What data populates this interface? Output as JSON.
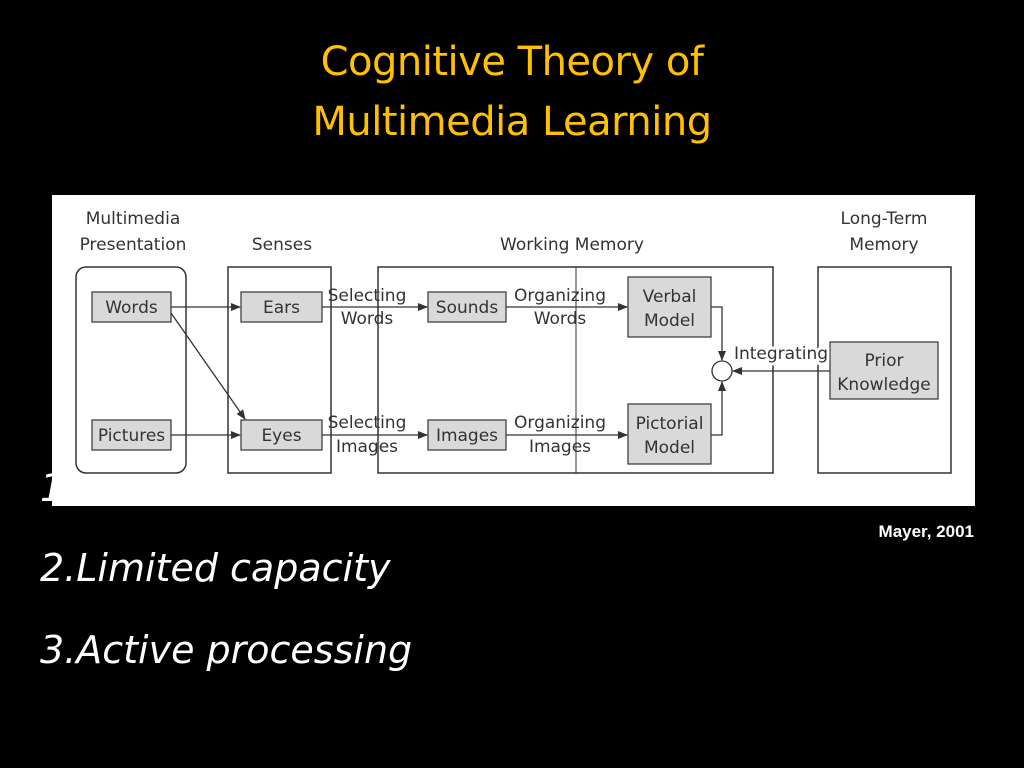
{
  "slide": {
    "title_line1": "Cognitive Theory of",
    "title_line2": "Multimedia Learning",
    "bullets": [
      "",
      "1",
      "2.Limited capacity",
      "3.Active processing"
    ],
    "credit": "Mayer, 2001"
  },
  "diagram": {
    "headers": {
      "presentation_line1": "Multimedia",
      "presentation_line2": "Presentation",
      "senses": "Senses",
      "working_memory": "Working Memory",
      "ltm_line1": "Long-Term",
      "ltm_line2": "Memory"
    },
    "nodes": {
      "words": "Words",
      "pictures": "Pictures",
      "ears": "Ears",
      "eyes": "Eyes",
      "sounds": "Sounds",
      "images": "Images",
      "verbal_line1": "Verbal",
      "verbal_line2": "Model",
      "pictorial_line1": "Pictorial",
      "pictorial_line2": "Model",
      "prior_line1": "Prior",
      "prior_line2": "Knowledge"
    },
    "processes": {
      "selecting_words_line1": "Selecting",
      "selecting_words_line2": "Words",
      "selecting_images_line1": "Selecting",
      "selecting_images_line2": "Images",
      "organizing_words_line1": "Organizing",
      "organizing_words_line2": "Words",
      "organizing_images_line1": "Organizing",
      "organizing_images_line2": "Images",
      "integrating": "Integrating"
    }
  },
  "colors": {
    "background": "#000000",
    "title": "#FFC000",
    "body_text": "#FFFFFF",
    "diagram_background": "#FFFFFF",
    "node_fill": "#D9D9D9",
    "line": "#333333"
  }
}
